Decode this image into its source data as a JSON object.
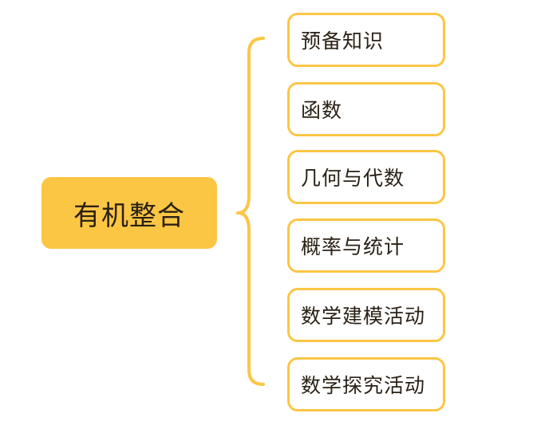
{
  "root": {
    "label": "有机整合"
  },
  "children": [
    {
      "label": "预备知识"
    },
    {
      "label": "函数"
    },
    {
      "label": "几何与代数"
    },
    {
      "label": "概率与统计"
    },
    {
      "label": "数学建模活动"
    },
    {
      "label": "数学探究活动"
    }
  ],
  "colors": {
    "accent": "#fcc645",
    "text": "#2b2116"
  }
}
